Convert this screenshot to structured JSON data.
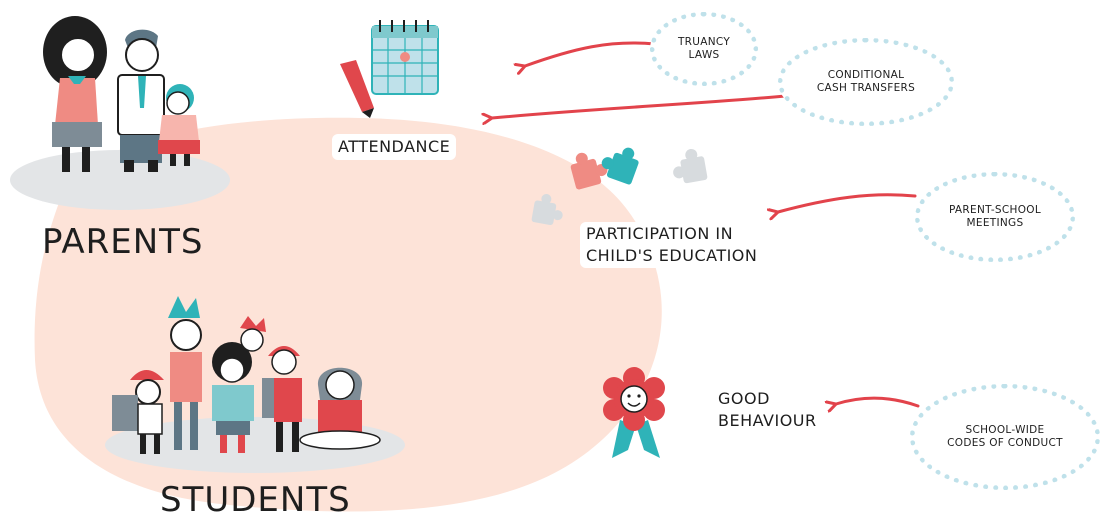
{
  "actors": {
    "parents": "PARENTS",
    "students": "STUDENTS"
  },
  "outcomes": {
    "attendance": "ATTENDANCE",
    "participation_line1": "PARTICIPATION in",
    "participation_line2": "CHILD'S EDUCATION",
    "behaviour_line1": "GOOD",
    "behaviour_line2": "BEHAVIOUR"
  },
  "interventions": {
    "truancy_line1": "TRUANCY",
    "truancy_line2": "LAWS",
    "cct_line1": "CONDITIONAL",
    "cct_line2": "CASH TRANSFERS",
    "psm_line1": "PARENT-SCHOOL",
    "psm_line2": "MEETINGS",
    "codes_line1": "SCHOOL-WIDE",
    "codes_line2": "CODES OF CONDUCT"
  },
  "colors": {
    "blob": "#fde3d8",
    "arrow": "#e2434b",
    "badge_border": "#bfe1ea",
    "teal": "#2fb3b8",
    "coral": "#ef8b83",
    "grey": "#c9cdd0",
    "slate": "#5d7685",
    "red": "#e0474c"
  },
  "icons": [
    "calendar-icon",
    "pencil-icon",
    "puzzle-pieces-icon",
    "rosette-award-icon",
    "parents-group-illustration",
    "students-group-illustration"
  ]
}
